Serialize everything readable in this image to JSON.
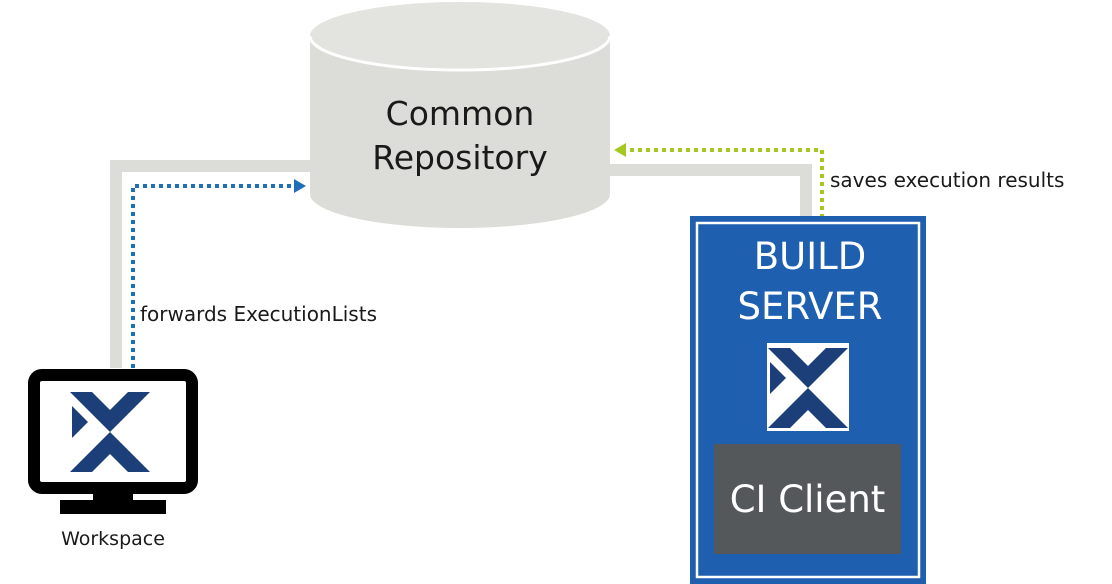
{
  "repository": {
    "line1": "Common",
    "line2": "Repository"
  },
  "edges": {
    "forwards": "forwards ExecutionLists",
    "saves": "saves execution results"
  },
  "workspace": {
    "label": "Workspace"
  },
  "build_server": {
    "line1": "BUILD",
    "line2": "SERVER",
    "ci_client": "CI Client"
  },
  "colors": {
    "cylinder": "#dcdcd8",
    "cylinder_top": "#e3e3df",
    "connector": "#dcdcd8",
    "blue_dotted": "#1f6fb8",
    "green_dotted": "#a4c81f",
    "build_server_blue": "#1e5fb0",
    "logo_navy": "#1c3f7a",
    "ci_client_gray": "#55585b"
  },
  "icons": [
    "tosca-logo-icon",
    "monitor-icon",
    "database-icon",
    "arrow-head-icon"
  ]
}
